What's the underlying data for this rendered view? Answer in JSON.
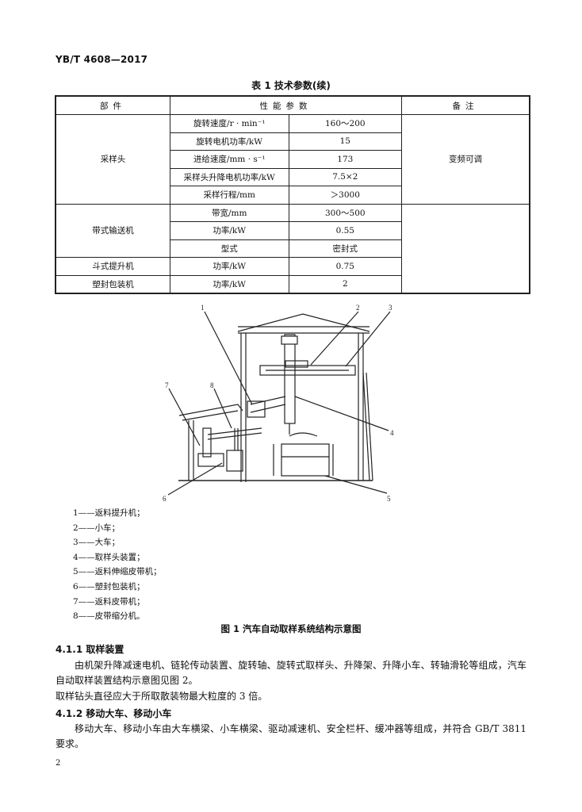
{
  "header": {
    "code": "YB/T 4608—2017"
  },
  "table": {
    "title": "表 1 技术参数(续)",
    "headers": [
      "部件",
      "性能参数",
      "备注"
    ],
    "groups": [
      {
        "component": "采样头",
        "rows": [
          {
            "param": "旋转速度/r · min⁻¹",
            "value": "160～200",
            "note": ""
          },
          {
            "param": "旋转电机功率/kW",
            "value": "15",
            "note": ""
          },
          {
            "param": "进给速度/mm · s⁻¹",
            "value": "173",
            "note": "变频可调"
          },
          {
            "param": "采样头升降电机功率/kW",
            "value": "7.5×2",
            "note": ""
          },
          {
            "param": "采样行程/mm",
            "value": "＞3000",
            "note": ""
          }
        ]
      },
      {
        "component": "带式输送机",
        "rows": [
          {
            "param": "带宽/mm",
            "value": "300～500",
            "note": ""
          },
          {
            "param": "功率/kW",
            "value": "0.55",
            "note": ""
          },
          {
            "param": "型式",
            "value": "密封式",
            "note": ""
          }
        ]
      },
      {
        "component": "斗式提升机",
        "rows": [
          {
            "param": "功率/kW",
            "value": "0.75",
            "note": ""
          }
        ]
      },
      {
        "component": "塑封包装机",
        "rows": [
          {
            "param": "功率/kW",
            "value": "2",
            "note": ""
          }
        ]
      }
    ]
  },
  "figure": {
    "callouts": [
      "1",
      "2",
      "3",
      "4",
      "5",
      "6",
      "7",
      "8"
    ],
    "legend": [
      "1——返料提升机；",
      "2——小车；",
      "3——大车；",
      "4——取样头装置；",
      "5——返料伸缩皮带机；",
      "6——塑封包装机；",
      "7——返料皮带机；",
      "8——皮带缩分机。"
    ],
    "caption": "图 1 汽车自动取样系统结构示意图"
  },
  "sections": [
    {
      "heading": "4.1.1 取样装置",
      "paragraphs": [
        "由机架升降减速电机、链轮传动装置、旋转轴、旋转式取样头、升降架、升降小车、转轴滑轮等组成，汽车自动取样装置结构示意图见图 2。",
        "取样钻头直径应大于所取散装物最大粒度的 3 倍。"
      ]
    },
    {
      "heading": "4.1.2 移动大车、移动小车",
      "paragraphs": [
        "移动大车、移动小车由大车横梁、小车横梁、驱动减速机、安全栏杆、缓冲器等组成，并符合 GB/T 3811 要求。"
      ]
    }
  ],
  "page_number": "2"
}
